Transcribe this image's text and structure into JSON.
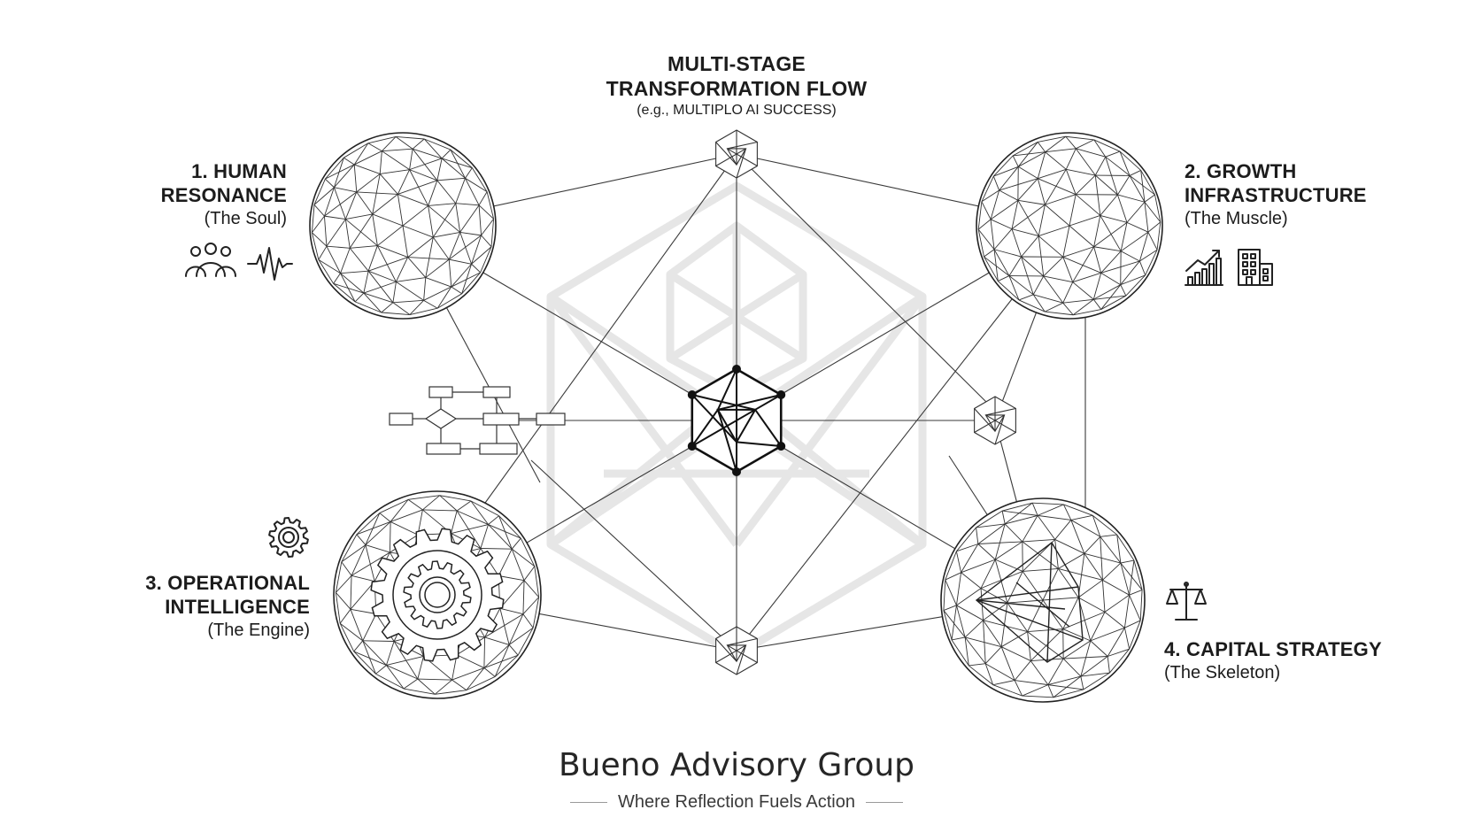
{
  "top_title": {
    "line1": "MULTI-STAGE",
    "line2": "TRANSFORMATION FLOW",
    "sub": "(e.g., MULTIPLO AI SUCCESS)"
  },
  "pillars": [
    {
      "title_line1": "1. HUMAN",
      "title_line2": "RESONANCE",
      "subtitle": "(The Soul)",
      "icons": [
        "people-icon",
        "heartbeat-icon"
      ]
    },
    {
      "title_line1": "2. GROWTH",
      "title_line2": "INFRASTRUCTURE",
      "subtitle": "(The Muscle)",
      "icons": [
        "growth-chart-icon",
        "building-icon"
      ]
    },
    {
      "title_line1": "3. OPERATIONAL",
      "title_line2": "INTELLIGENCE",
      "subtitle": "(The Engine)",
      "icons": [
        "gear-icon"
      ]
    },
    {
      "title_line1": "4. CAPITAL STRATEGY",
      "subtitle": "(The Skeleton)",
      "icons": [
        "balance-scale-icon"
      ]
    }
  ],
  "brand": {
    "name": "Bueno Advisory Group",
    "tagline": "Where Reflection Fuels Action"
  },
  "colors": {
    "ink": "#1c1c1c",
    "line": "#2a2a2a",
    "watermark": "#e4e4e4",
    "background": "#ffffff"
  }
}
